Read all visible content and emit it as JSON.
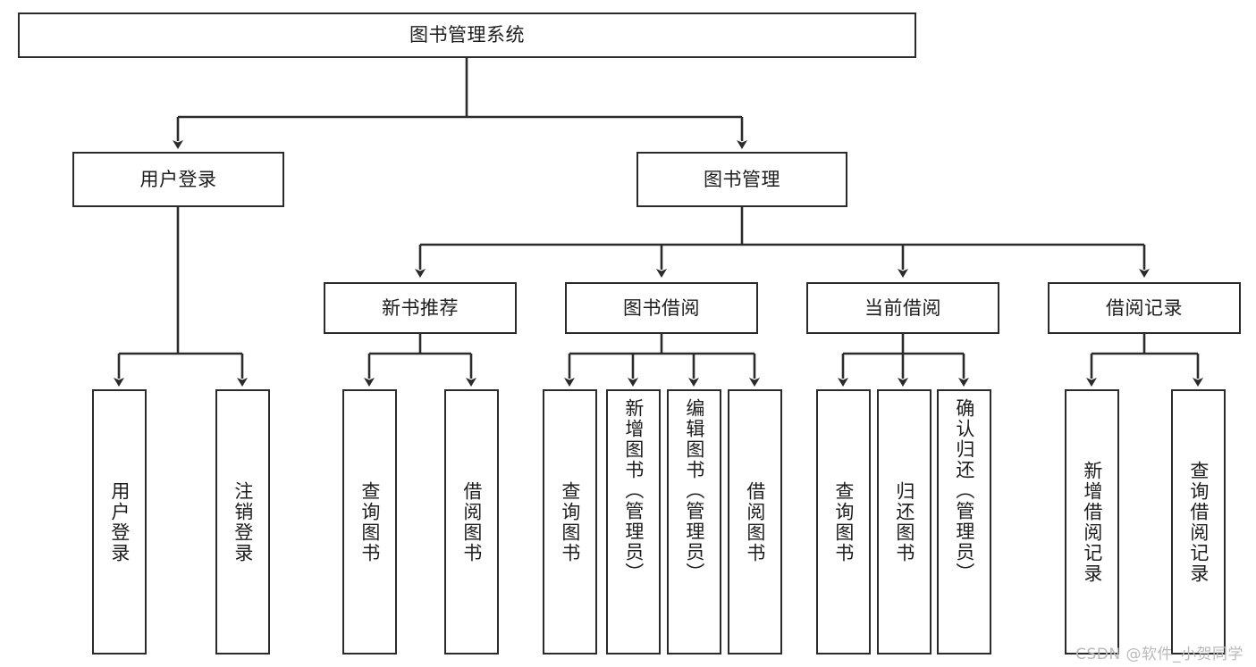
{
  "diagram": {
    "type": "tree-hierarchy-chart",
    "title": "图书管理系统",
    "watermark": "CSDN @软件_小贺同学",
    "colors": {
      "stroke": "#2b2b2b",
      "fill": "#ffffff",
      "text": "#1d1d1d",
      "watermark": "#b9b9b9"
    },
    "levels": {
      "root": {
        "label": "图书管理系统"
      },
      "level2": [
        {
          "id": "user-login",
          "label": "用户登录"
        },
        {
          "id": "book-manage",
          "label": "图书管理"
        }
      ],
      "level3": [
        {
          "id": "new-book-recommend",
          "label": "新书推荐"
        },
        {
          "id": "book-borrow",
          "label": "图书借阅"
        },
        {
          "id": "current-borrow",
          "label": "当前借阅"
        },
        {
          "id": "borrow-record",
          "label": "借阅记录"
        }
      ],
      "leaves": {
        "user-login": [
          {
            "id": "leaf-user-login",
            "label": "用户登录"
          },
          {
            "id": "leaf-logout-login",
            "label": "注销登录"
          }
        ],
        "new-book-recommend": [
          {
            "id": "leaf-query-book-1",
            "label": "查询图书"
          },
          {
            "id": "leaf-borrow-book-1",
            "label": "借阅图书"
          }
        ],
        "book-borrow": [
          {
            "id": "leaf-query-book-2",
            "label": "查询图书"
          },
          {
            "id": "leaf-add-book",
            "label": "新增图书（管理员）"
          },
          {
            "id": "leaf-edit-book",
            "label": "编辑图书（管理员）"
          },
          {
            "id": "leaf-borrow-book-2",
            "label": "借阅图书"
          }
        ],
        "current-borrow": [
          {
            "id": "leaf-query-book-3",
            "label": "查询图书"
          },
          {
            "id": "leaf-return-book",
            "label": "归还图书"
          },
          {
            "id": "leaf-confirm-return",
            "label": "确认归还（管理员）"
          }
        ],
        "borrow-record": [
          {
            "id": "leaf-add-record",
            "label": "新增借阅记录"
          },
          {
            "id": "leaf-query-record",
            "label": "查询借阅记录"
          }
        ]
      }
    },
    "edges": [
      {
        "from": "图书管理系统",
        "to": "用户登录"
      },
      {
        "from": "图书管理系统",
        "to": "图书管理"
      },
      {
        "from": "用户登录",
        "to": "用户登录"
      },
      {
        "from": "用户登录",
        "to": "注销登录"
      },
      {
        "from": "图书管理",
        "to": "新书推荐"
      },
      {
        "from": "图书管理",
        "to": "图书借阅"
      },
      {
        "from": "图书管理",
        "to": "当前借阅"
      },
      {
        "from": "图书管理",
        "to": "借阅记录"
      },
      {
        "from": "新书推荐",
        "to": "查询图书"
      },
      {
        "from": "新书推荐",
        "to": "借阅图书"
      },
      {
        "from": "图书借阅",
        "to": "查询图书"
      },
      {
        "from": "图书借阅",
        "to": "新增图书（管理员）"
      },
      {
        "from": "图书借阅",
        "to": "编辑图书（管理员）"
      },
      {
        "from": "图书借阅",
        "to": "借阅图书"
      },
      {
        "from": "当前借阅",
        "to": "查询图书"
      },
      {
        "from": "当前借阅",
        "to": "归还图书"
      },
      {
        "from": "当前借阅",
        "to": "确认归还（管理员）"
      },
      {
        "from": "借阅记录",
        "to": "新增借阅记录"
      },
      {
        "from": "借阅记录",
        "to": "查询借阅记录"
      }
    ]
  }
}
